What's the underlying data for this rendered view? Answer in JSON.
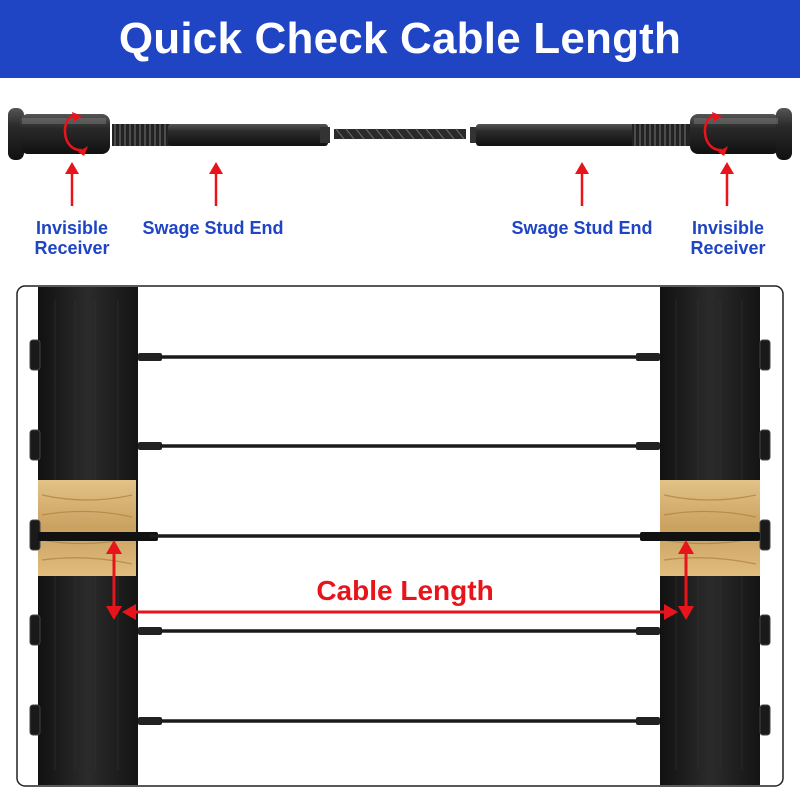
{
  "title": "Quick Check Cable Length",
  "labels": {
    "left_receiver": [
      "Invisible",
      "Receiver"
    ],
    "left_stud": "Swage Stud End",
    "right_stud": "Swage Stud End",
    "right_receiver": [
      "Invisible",
      "Receiver"
    ],
    "cable_length": "Cable Length"
  },
  "colors": {
    "banner": "#1f44c4",
    "label_text": "#1f44c4",
    "arrow_red": "#e8141c",
    "post": "#1c1c1c",
    "wood": "#d9b779",
    "hardware": "#1a1a1a"
  },
  "icons": [
    "rotate-arrow-icon",
    "up-arrow-icon",
    "double-arrow-icon"
  ]
}
